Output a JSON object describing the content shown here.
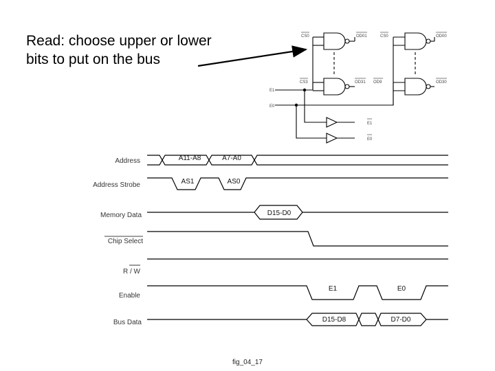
{
  "note": {
    "line1": "Read: choose upper or lower",
    "line2": "bits to put on the bus"
  },
  "caption": "fig_04_17",
  "circuit": {
    "gate_labels": {
      "g1_in": "CS0",
      "g1_out": "OD01",
      "g2_in": "CS0",
      "g2_out": "OD00",
      "g3_in": "CS3",
      "g3_out": "OD31",
      "g4_in": "OD9",
      "g4_out": "OD30",
      "e1_in": "E1",
      "e0_in": "E0",
      "buf1_out": "E1",
      "buf0_out": "E0"
    }
  },
  "timing": {
    "signals": {
      "address": "Address",
      "address_strobe": "Address Strobe",
      "memory_data": "Memory Data",
      "chip_select": "Chip Select",
      "rw": "R / W",
      "enable": "Enable",
      "bus_data": "Bus Data"
    },
    "segments": {
      "a_high": "A11-A8",
      "a_low": "A7-A0",
      "as1": "AS1",
      "as0": "AS0",
      "mem": "D15-D0",
      "e1": "E1",
      "e0": "E0",
      "bus_high": "D15-D8",
      "bus_low": "D7-D0"
    }
  }
}
